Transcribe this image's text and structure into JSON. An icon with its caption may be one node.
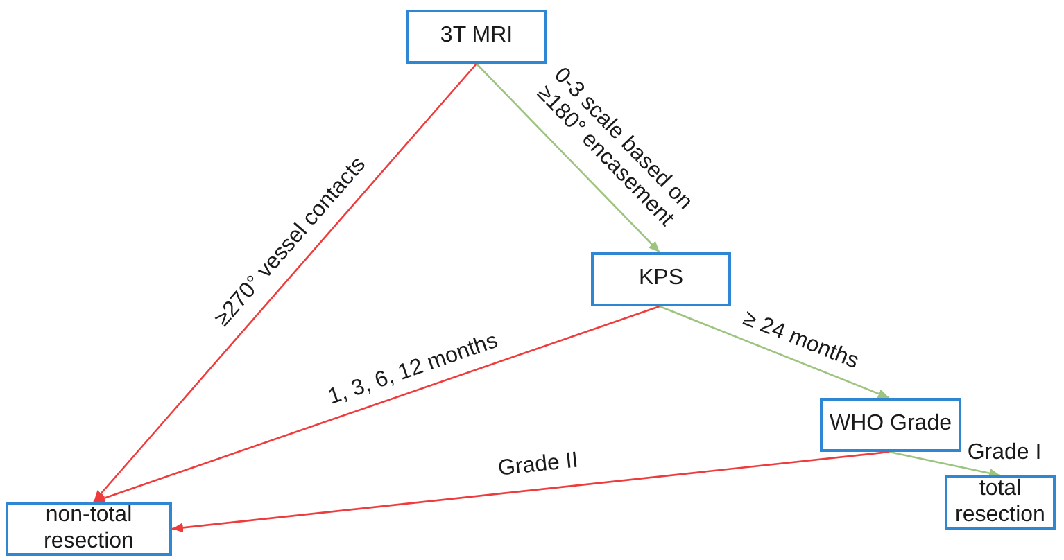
{
  "diagram": {
    "nodes": [
      {
        "text": [
          "3T MRI"
        ]
      },
      {
        "text": [
          "KPS"
        ]
      },
      {
        "text": [
          "WHO Grade"
        ]
      },
      {
        "text": [
          "total resection"
        ]
      },
      {
        "text": [
          "non-total resection"
        ]
      }
    ],
    "edges": [
      {
        "from": 0,
        "to": 4,
        "arrow": "to",
        "label": "≥270° vessel contacts",
        "color": "#ef3b3b"
      },
      {
        "from": 0,
        "to": 1,
        "arrow": "to",
        "label": "0-3 scale based on ≥180° encasement",
        "color": "#9cc47e"
      },
      {
        "from": 1,
        "to": 4,
        "arrow": "to",
        "label": "1, 3, 6, 12 months",
        "color": "#ef3b3b"
      },
      {
        "from": 1,
        "to": 2,
        "arrow": "to",
        "label": "≥ 24 months",
        "color": "#9cc47e"
      },
      {
        "from": 2,
        "to": 4,
        "arrow": "to",
        "label": "Grade II",
        "color": "#ef3b3b"
      },
      {
        "from": 2,
        "to": 3,
        "arrow": "to",
        "label": "Grade I",
        "color": "#9cc47e"
      }
    ]
  }
}
